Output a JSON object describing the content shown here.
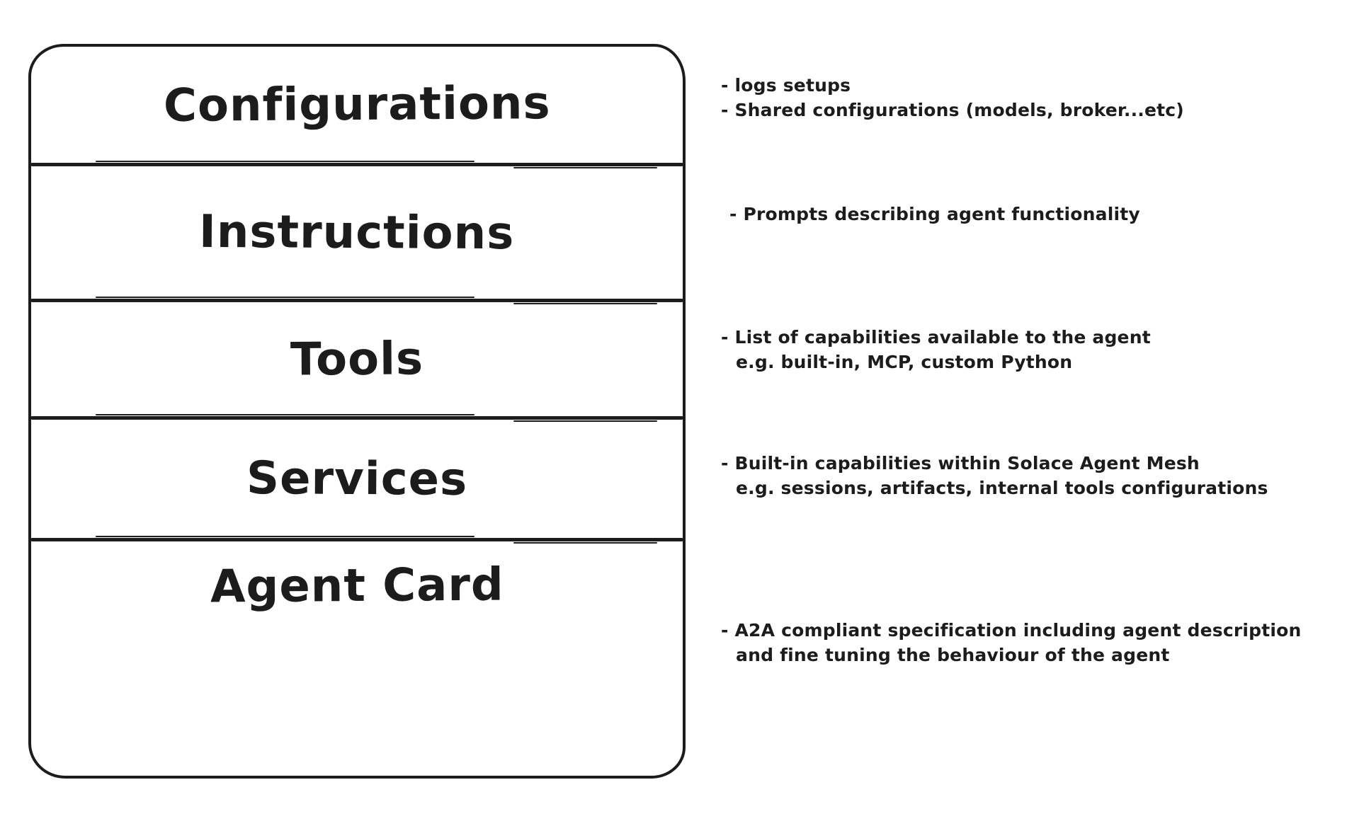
{
  "diagram": {
    "colors": {
      "ink": "#1c1c1c",
      "background": "#ffffff"
    },
    "sections": [
      {
        "label": "Configurations",
        "notes": [
          "- logs setups",
          "- Shared configurations (models, broker...etc)"
        ]
      },
      {
        "label": "Instructions",
        "notes": [
          "- Prompts describing agent functionality"
        ]
      },
      {
        "label": "Tools",
        "notes": [
          "- List of capabilities available to the agent",
          "e.g. built-in, MCP, custom Python"
        ]
      },
      {
        "label": "Services",
        "notes": [
          "- Built-in capabilities within Solace Agent Mesh",
          "e.g. sessions, artifacts, internal tools configurations"
        ]
      },
      {
        "label": "Agent Card",
        "notes": [
          "- A2A compliant specification including agent description",
          "and fine tuning the behaviour of the agent"
        ]
      }
    ]
  }
}
